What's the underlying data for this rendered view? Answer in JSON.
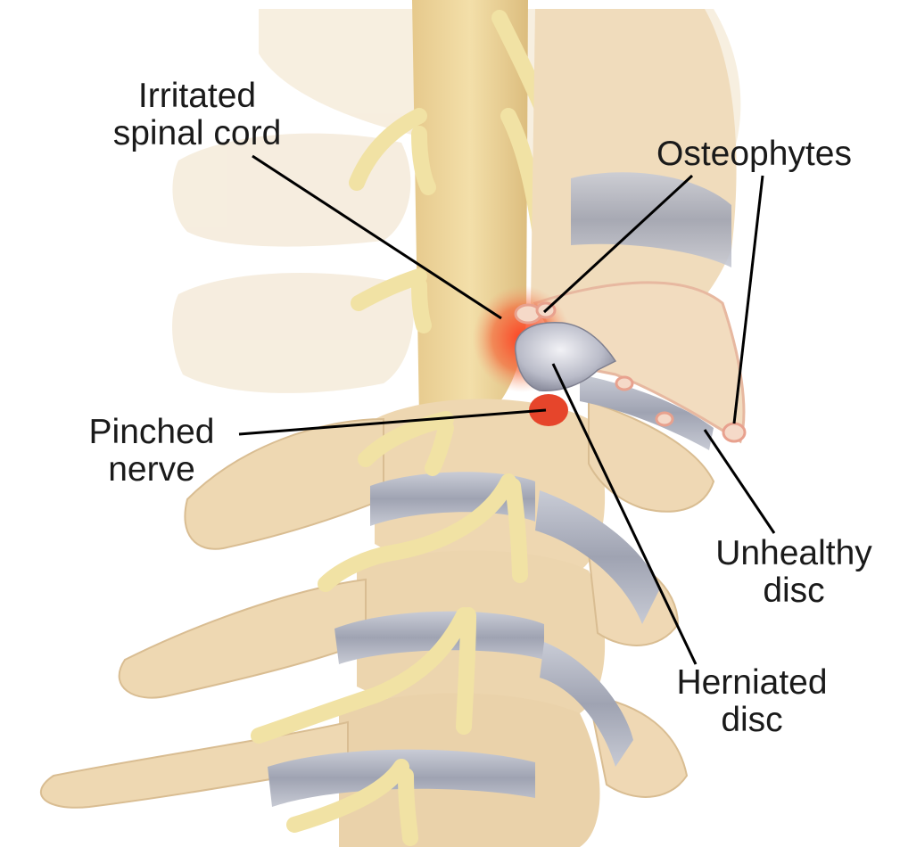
{
  "labels": {
    "irritated_spinal_cord": {
      "line1": "Irritated",
      "line2": "spinal cord"
    },
    "osteophytes": {
      "line1": "Osteophytes"
    },
    "pinched_nerve": {
      "line1": "Pinched",
      "line2": "nerve"
    },
    "unhealthy_disc": {
      "line1": "Unhealthy",
      "line2": "disc"
    },
    "herniated_disc": {
      "line1": "Herniated",
      "line2": "disc"
    }
  },
  "colors": {
    "bone": "#f2dfbf",
    "bone_shadow": "#dcc39b",
    "spinal_cord": "#ecd39a",
    "nerve": "#f1e2a4",
    "disc": "#b9bcc8",
    "irritation": "#ef4a2c",
    "leader_line": "#000000"
  }
}
